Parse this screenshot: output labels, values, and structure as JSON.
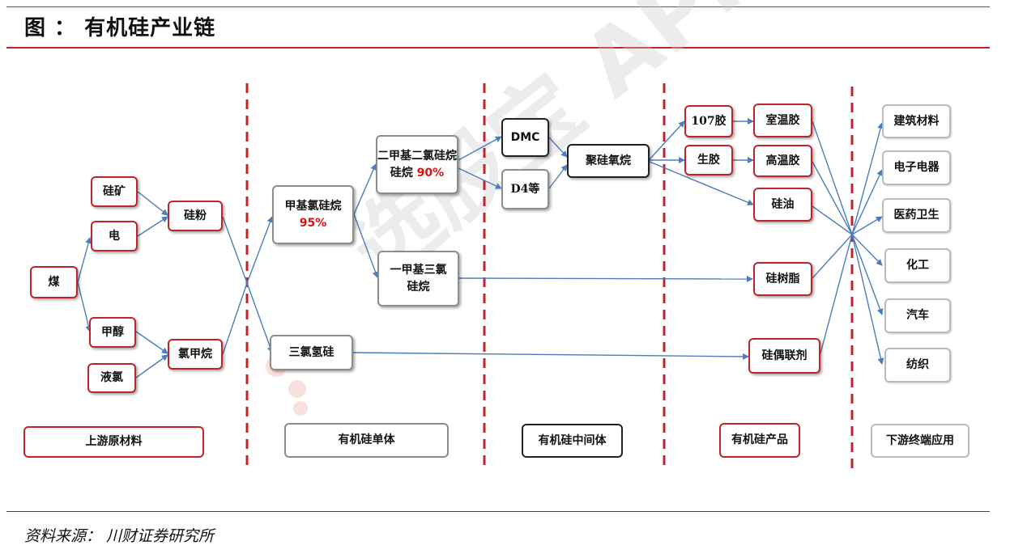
{
  "title": "图 ： 有机硅产业链",
  "source": "资料来源： 川财证券研究所",
  "watermark": "选股宝 APP",
  "colors": {
    "accent": "#c0242b",
    "gray_border": "#8c8c8c",
    "arrow": "#4a7ebb",
    "divider": "#c0242b",
    "percent": "#e01010"
  },
  "nodes": {
    "coal": "煤",
    "silicon_ore": "硅矿",
    "electricity": "电",
    "methanol": "甲醇",
    "liquid_chlorine": "液氯",
    "silicon_powder": "硅粉",
    "methyl_chloride": "氯甲烷",
    "methylchlorosilane": "甲基氯硅烷",
    "methylchlorosilane_pct": "95%",
    "trichlorosilane": "三氯氢硅",
    "dimethyldichlorosilane": "二甲基二氯硅烷",
    "dimethyl_line2": "硅烷",
    "dimethyldichlorosilane_pct": "90%",
    "methyltrichlorosilane_l1": "一甲基三氯",
    "methyltrichlorosilane_l2": "硅烷",
    "dmc": "DMC",
    "d4": "D4等",
    "polysiloxane": "聚硅氧烷",
    "rubber_107": "107胶",
    "raw_rubber": "生胶",
    "rtv_rubber": "室温胶",
    "htv_rubber": "高温胶",
    "silicone_oil": "硅油",
    "silicone_resin": "硅树脂",
    "coupling_agent": "硅偶联剂",
    "app_construction": "建筑材料",
    "app_electronics": "电子电器",
    "app_medical": "医药卫生",
    "app_chemical": "化工",
    "app_auto": "汽车",
    "app_textile": "纺织"
  },
  "categories": {
    "upstream": "上游原材料",
    "monomer": "有机硅单体",
    "intermediate": "有机硅中间体",
    "products": "有机硅产品",
    "downstream": "下游终端应用"
  }
}
